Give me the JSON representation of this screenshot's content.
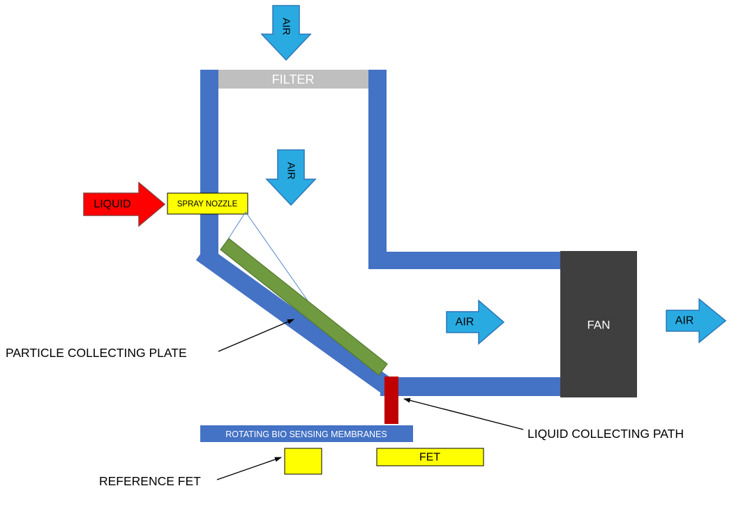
{
  "labels": {
    "air_top": "AIR",
    "air_mid": "AIR",
    "air_duct": "AIR",
    "air_out": "AIR",
    "filter": "FILTER",
    "liquid": "LIQUID",
    "spray_nozzle": "SPRAY NOZZLE",
    "particle_collecting_plate": "PARTICLE COLLECTING PLATE",
    "fan": "FAN",
    "liquid_collecting_path": "LIQUID COLLECTING PATH",
    "rotating_membranes": "ROTATING BIO SENSING MEMBRANES",
    "fet": "FET",
    "reference_fet": "REFERENCE FET"
  },
  "colors": {
    "pipe_blue": "#4472C4",
    "air_arrow_fill": "#29ABE2",
    "air_arrow_border": "#2E75B6",
    "liquid_arrow_fill": "#FF0000",
    "liquid_arrow_border": "#953735",
    "collecting_path_red": "#C00000",
    "highlight_yellow": "#FFFF00",
    "box_border_black": "#000000",
    "plate_green": "#6F9A3F",
    "plate_green_border": "#54772F",
    "fan_dark": "#3F3F3F",
    "filter_gray": "#BFBFBF"
  }
}
